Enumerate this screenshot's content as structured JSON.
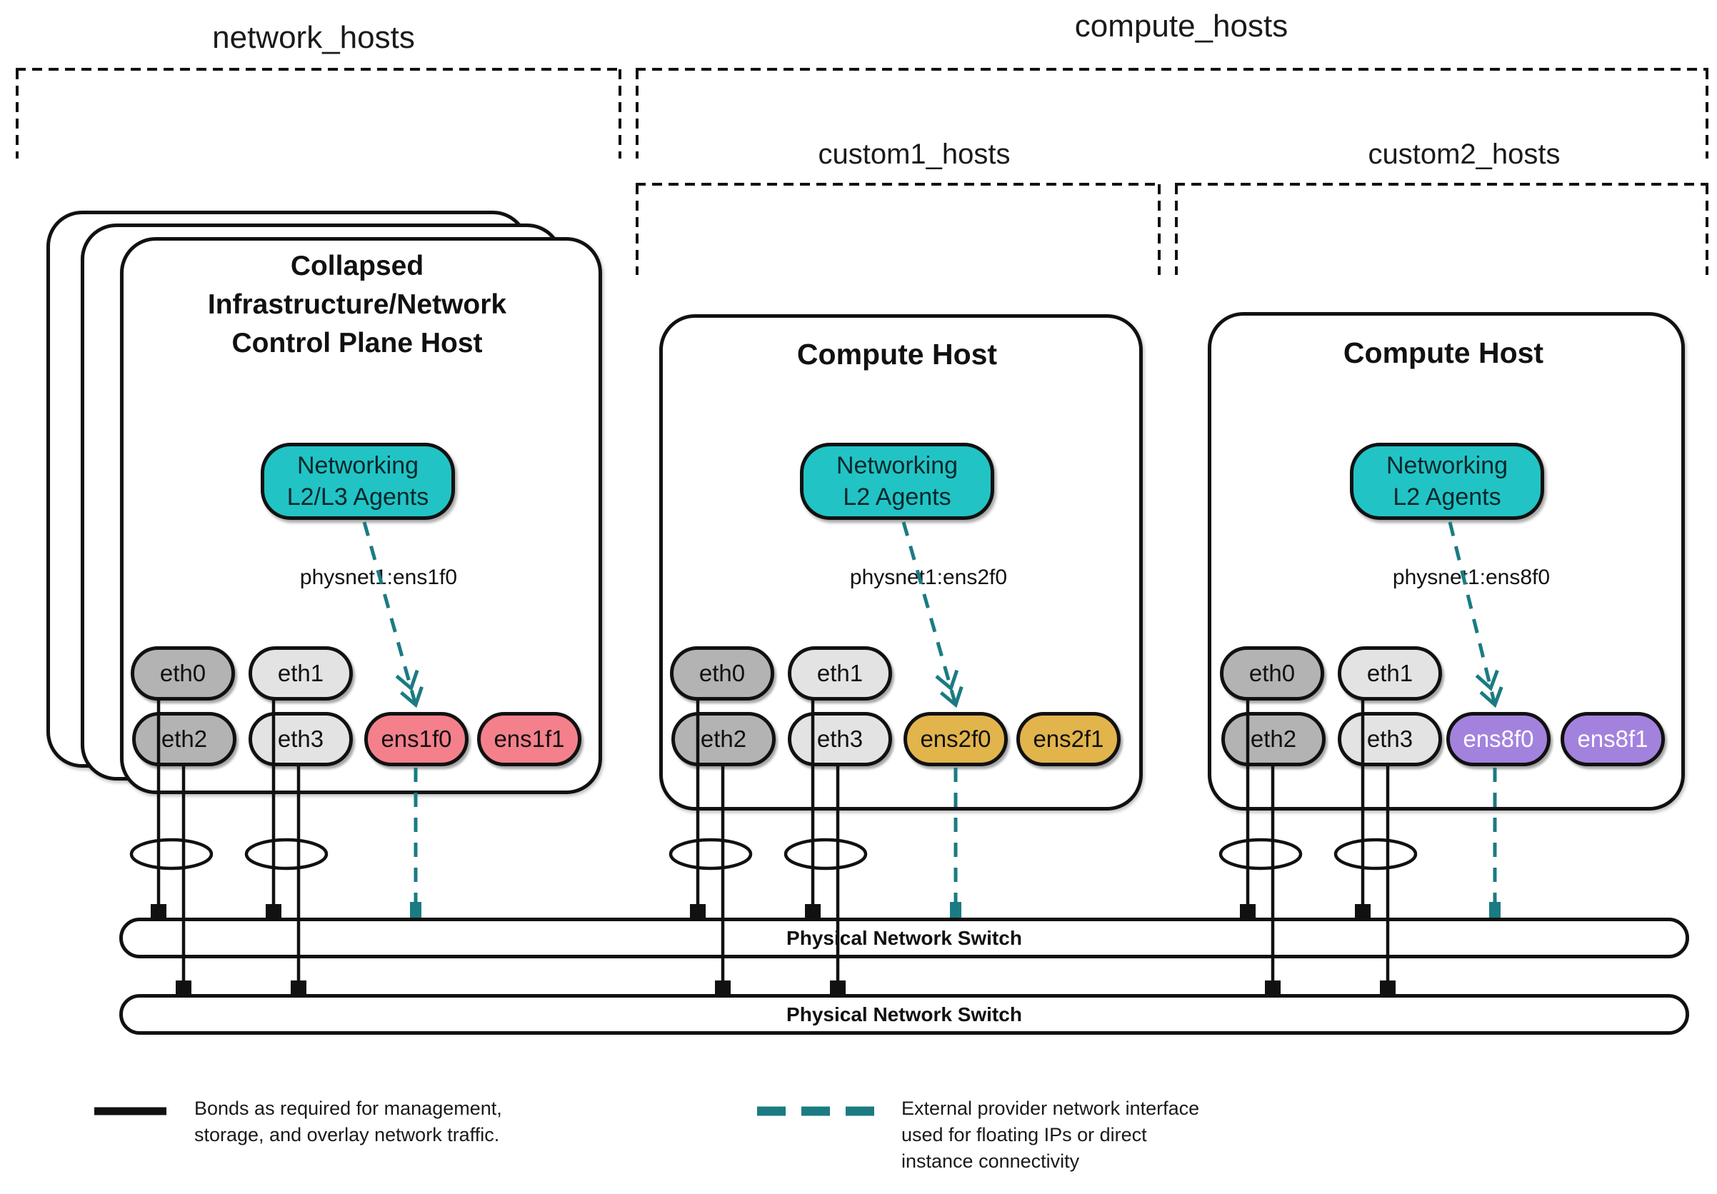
{
  "diagram": {
    "groups": [
      {
        "id": "network_hosts",
        "label": "network_hosts"
      },
      {
        "id": "compute_hosts",
        "label": "compute_hosts"
      },
      {
        "id": "custom1_hosts",
        "label": "custom1_hosts"
      },
      {
        "id": "custom2_hosts",
        "label": "custom2_hosts"
      }
    ],
    "hosts": [
      {
        "title_lines": [
          "Collapsed",
          "Infrastructure/Network",
          "Control Plane Host"
        ],
        "agent_lines": [
          "Networking",
          "L2/L3 Agents"
        ],
        "physnet": "physnet1:ens1f0",
        "nics": [
          "eth0",
          "eth1",
          "eth2",
          "eth3",
          "ens1f0",
          "ens1f1"
        ]
      },
      {
        "title_lines": [
          "Compute Host"
        ],
        "agent_lines": [
          "Networking",
          "L2 Agents"
        ],
        "physnet": "physnet1:ens2f0",
        "nics": [
          "eth0",
          "eth1",
          "eth2",
          "eth3",
          "ens2f0",
          "ens2f1"
        ]
      },
      {
        "title_lines": [
          "Compute Host"
        ],
        "agent_lines": [
          "Networking",
          "L2 Agents"
        ],
        "physnet": "physnet1:ens8f0",
        "nics": [
          "eth0",
          "eth1",
          "eth2",
          "eth3",
          "ens8f0",
          "ens8f1"
        ]
      }
    ],
    "switches": [
      {
        "label": "Physical Network Switch"
      },
      {
        "label": "Physical Network Switch"
      }
    ],
    "legend": {
      "bond": {
        "lines": [
          "Bonds as required for management,",
          "storage, and overlay network traffic."
        ]
      },
      "external": {
        "lines": [
          "External provider network interface",
          "used for floating IPs or direct",
          "instance connectivity"
        ]
      }
    },
    "colors": {
      "agent_teal": "#22c3c5",
      "external_teal": "#1b7b82",
      "nic_gray_dark": "#b3b3b3",
      "nic_gray_light": "#e3e3e3",
      "nic_pink": "#f4808c",
      "nic_gold": "#e2b44c",
      "nic_purple": "#a382de",
      "line_black": "#111111"
    }
  }
}
